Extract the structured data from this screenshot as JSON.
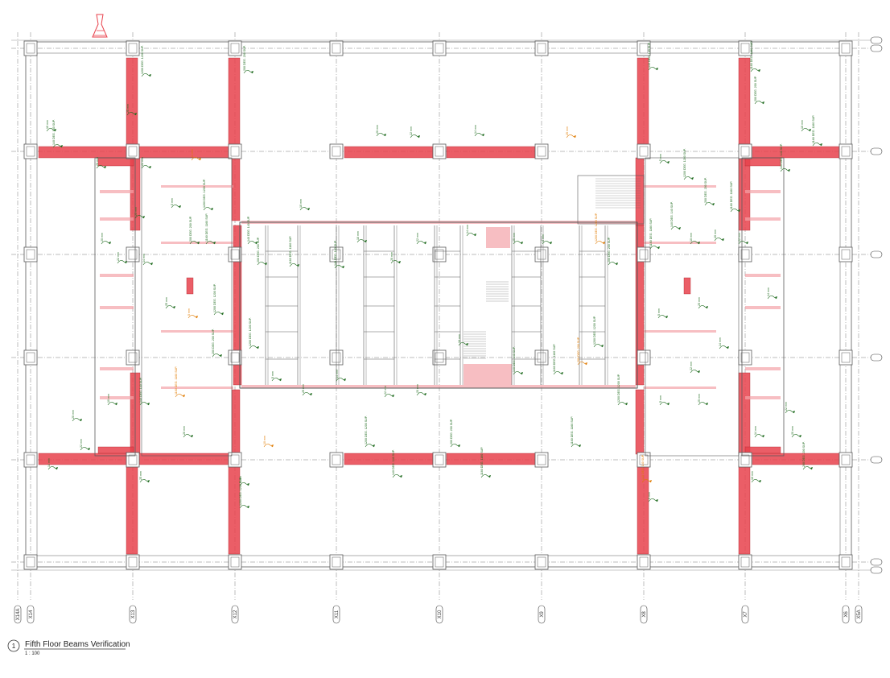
{
  "view": {
    "number": "1",
    "title": "Fifth Floor Beams Verification",
    "scale": "1 : 100"
  },
  "colors": {
    "beam_highlight": "#e8424c",
    "beam_highlight_light": "#f4a3a8",
    "wall_lines": "#5a5a5a",
    "grid_lines": "#7a7a7a",
    "annotation_green": "#1d6a1d",
    "annotation_orange": "#e07b00"
  },
  "grid_labels_bottom": [
    "X14A",
    "X14",
    "X13",
    "X12",
    "X11",
    "X10",
    "X9",
    "X8",
    "X7",
    "X6",
    "X5A"
  ],
  "grid_labels_right": [
    "",
    "",
    "",
    "",
    "",
    "",
    ""
  ],
  "annotations": {
    "beam_note_a": "1200 DEG. 1200 SUP.",
    "beam_note_b": "200 DEG. 200 SUP.",
    "beam_note_c": "1160 DEG. 1160 SUP.",
    "beam_note_d": "140 DEG. 140 SUP.",
    "beam_note_e": "10 mm",
    "beam_note_f": "20 mm",
    "beam_note_g": "22 mm",
    "beam_note_h": "14 mm",
    "beam_note_i": "25 mm",
    "beam_note_j": "5 mm"
  }
}
